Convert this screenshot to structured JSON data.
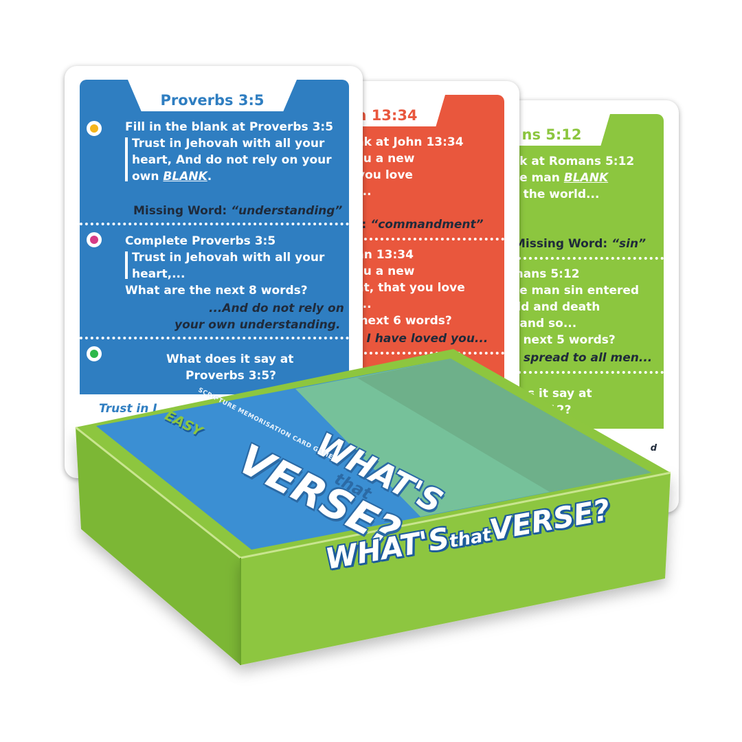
{
  "colors": {
    "blue": "#2f7ec1",
    "red": "#e9573d",
    "green": "#8cc63f",
    "box_green": "#8dc63f",
    "box_blue": "#3b8fd3",
    "dot_yellow": "#f5b51c",
    "dot_pink": "#d63b86",
    "dot_green": "#2db84a"
  },
  "card_blue": {
    "title": "Proverbs 3:5",
    "q1_title": "Fill in the blank at Proverbs 3:5",
    "q1_l1": "Trust in Jehovah with all your",
    "q1_l2": "heart, And do not rely on your",
    "q1_l3a": "own ",
    "q1_l3b": "BLANK",
    "q1_l3c": ".",
    "q1_missing_label": "Missing Word: ",
    "q1_missing_word": "“understanding”",
    "q2_title": "Complete Proverbs 3:5",
    "q2_l1": "Trust in Jehovah with all your",
    "q2_l2": "heart,...",
    "q2_question": "What are the next 8 words?",
    "q2_ans1": "...And do not rely on",
    "q2_ans2": "your own understanding.",
    "q3_l1": "What does it say at",
    "q3_l2": "Proverbs 3:5?",
    "q3_answer": "Trust in J"
  },
  "card_red": {
    "title": "n 13:34",
    "q1_title": "ank at John 13:34",
    "q1_l1": "you a new",
    "q1_l2": "t you love",
    "q1_l3": "r;...",
    "q1_missing_label": "rd: ",
    "q1_missing_word": "“commandment”",
    "q2_title": "ohn 13:34",
    "q2_l1": "you a new",
    "q2_l2": "ent, that you love",
    "q2_l3": "r;...",
    "q2_question": "e next 6 words?",
    "q2_ans": "as I have loved you..."
  },
  "card_green": {
    "title": "ns 5:12",
    "q1_title": "nk at Romans 5:12",
    "q1_l1a": "ne man ",
    "q1_l1b": "BLANK",
    "q1_l2": "o the world...",
    "q1_missing_label": "Missing Word: ",
    "q1_missing_word": "“sin”",
    "q2_title": "mans 5:12",
    "q2_l1": "ne man sin entered",
    "q2_l2": "rld and death",
    "q2_l3": ", and so...",
    "q2_question": "e next 5 words?",
    "q2_ans": "n spread to all men...",
    "q3_l1": "s it say at",
    "q3_l2": "12?",
    "q3_answer": "d"
  },
  "box": {
    "lid_what": "WHAT'S",
    "lid_that": "that",
    "lid_verse": "VERSE?",
    "lid_subtitle": "SCRIPTURE MEMORISATION CARD GAME",
    "lid_level": "EASY",
    "front_what": "WHAT'S",
    "front_that": "that",
    "front_verse": "VERSE?"
  }
}
